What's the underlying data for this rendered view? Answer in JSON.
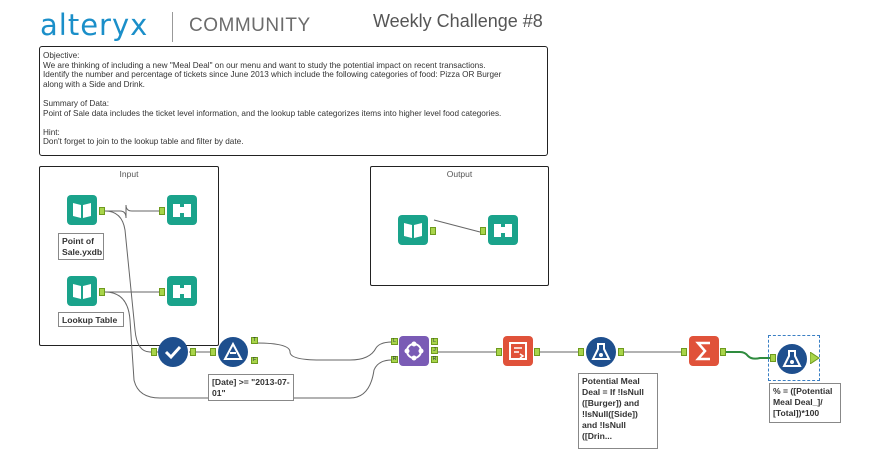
{
  "header": {
    "logo": "alteryx",
    "community": "COMMUNITY",
    "challenge_title": "Weekly Challenge #8"
  },
  "description": {
    "lines": [
      "Objective:",
      "We are thinking of including a new \"Meal Deal\" on our menu and want to study the potential impact on recent transactions.",
      "Identify the number and percentage of tickets since June 2013 which include the following categories of food: Pizza OR Burger",
      "along with a Side and Drink.",
      "",
      "Summary of Data:",
      "Point of Sale data includes the ticket level information, and the lookup table categorizes items into higher level food categories.",
      "",
      "Hint:",
      "Don't forget to join to the lookup table and filter by date."
    ]
  },
  "containers": {
    "input_title": "Input",
    "output_title": "Output"
  },
  "tools": {
    "input1_label": "Point of Sale.yxdb",
    "input2_label": "Lookup Table",
    "filter_note": "[Date] >= \"2013-07-01\"",
    "formula1_note": "Potential Meal Deal = If !IsNull ([Burger]) and !IsNull([Side]) and !IsNull ([Drin...",
    "formula2_note": "% = ([Potential Meal Deal_]/ [Total])*100",
    "filter_true": "T",
    "filter_false": "F",
    "join_left": "L",
    "join_right": "R",
    "join_out_j": "J",
    "join_out_l": "L",
    "join_out_r": "R"
  },
  "colors": {
    "input": "#1aa38b",
    "browse": "#1aa38b",
    "select": "#1e4f8e",
    "filter": "#1e4f8e",
    "join": "#7a5bb5",
    "crosstab": "#e0523a",
    "formula": "#1e4f8e",
    "summarize": "#e0523a",
    "anchor": "#a8d44a"
  }
}
